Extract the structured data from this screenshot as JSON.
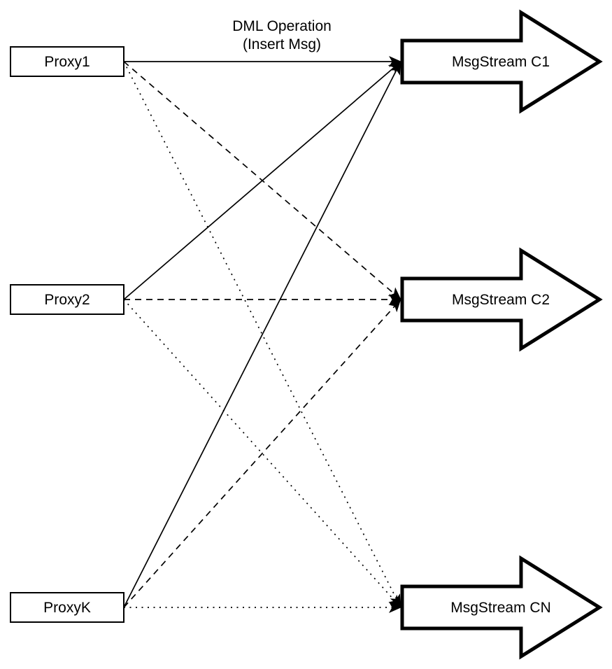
{
  "diagram": {
    "annotation": {
      "line1": "DML Operation",
      "line2": "(Insert Msg)"
    },
    "proxies": [
      {
        "label": "Proxy1"
      },
      {
        "label": "Proxy2"
      },
      {
        "label": "ProxyK"
      }
    ],
    "streams": [
      {
        "label": "MsgStream C1",
        "incoming_line_style": "solid"
      },
      {
        "label": "MsgStream C2",
        "incoming_line_style": "dashed"
      },
      {
        "label": "MsgStream CN",
        "incoming_line_style": "dotted"
      }
    ],
    "edges": [
      {
        "from": "Proxy1",
        "to": "MsgStream C1",
        "style": "solid"
      },
      {
        "from": "Proxy2",
        "to": "MsgStream C1",
        "style": "solid"
      },
      {
        "from": "ProxyK",
        "to": "MsgStream C1",
        "style": "solid"
      },
      {
        "from": "Proxy1",
        "to": "MsgStream C2",
        "style": "dashed"
      },
      {
        "from": "Proxy2",
        "to": "MsgStream C2",
        "style": "dashed"
      },
      {
        "from": "ProxyK",
        "to": "MsgStream C2",
        "style": "dashed"
      },
      {
        "from": "Proxy1",
        "to": "MsgStream CN",
        "style": "dotted"
      },
      {
        "from": "Proxy2",
        "to": "MsgStream CN",
        "style": "dotted"
      },
      {
        "from": "ProxyK",
        "to": "MsgStream CN",
        "style": "dotted"
      }
    ],
    "colors": {
      "stroke": "#000000",
      "fill": "#ffffff",
      "background": "#ffffff"
    }
  }
}
